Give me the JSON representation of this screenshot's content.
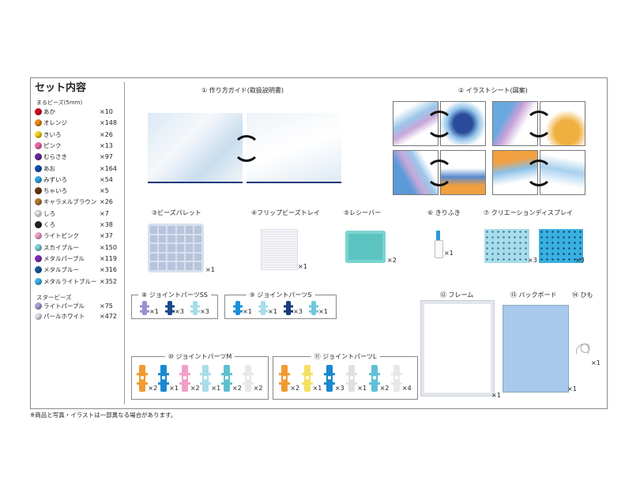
{
  "title": "セット内容",
  "beads": {
    "round_label": "まるビーズ(5mm)",
    "round": [
      {
        "name": "あか",
        "count": "×10",
        "color": "#d0101a"
      },
      {
        "name": "オレンジ",
        "count": "×148",
        "color": "#e88a1a"
      },
      {
        "name": "きいろ",
        "count": "×26",
        "color": "#f2d21a"
      },
      {
        "name": "ピンク",
        "count": "×13",
        "color": "#e86aa8"
      },
      {
        "name": "むらさき",
        "count": "×97",
        "color": "#6a2a9a"
      },
      {
        "name": "あお",
        "count": "×164",
        "color": "#1050a8"
      },
      {
        "name": "みずいろ",
        "count": "×54",
        "color": "#30a8e0"
      },
      {
        "name": "ちゃいろ",
        "count": "×5",
        "color": "#6a3a10"
      },
      {
        "name": "キャラメルブラウン",
        "count": "×26",
        "color": "#b07a30"
      },
      {
        "name": "しろ",
        "count": "×7",
        "color": "#f4f4f4"
      },
      {
        "name": "くろ",
        "count": "×38",
        "color": "#222222"
      },
      {
        "name": "ライトピンク",
        "count": "×37",
        "color": "#f0a0c8"
      },
      {
        "name": "スカイブルー",
        "count": "×150",
        "color": "#80d0d8"
      },
      {
        "name": "メタルパープル",
        "count": "×119",
        "color": "#7a30b0"
      },
      {
        "name": "メタルブルー",
        "count": "×316",
        "color": "#1a5aa0"
      },
      {
        "name": "メタルライトブルー",
        "count": "×352",
        "color": "#40b0e8"
      }
    ],
    "star_label": "スタービーズ",
    "star": [
      {
        "name": "ライトパープル",
        "count": "×75",
        "color": "#a8a0d0"
      },
      {
        "name": "パールホワイト",
        "count": "×472",
        "color": "#e0e0e8"
      }
    ]
  },
  "items": {
    "guide": {
      "label": "① 作り方ガイド(取扱説明書)"
    },
    "sheet": {
      "label": "② イラストシート(図案)"
    },
    "palette": {
      "label": "③ビーズパレット",
      "qty": "×1"
    },
    "tray": {
      "label": "④フリップビーズトレイ",
      "qty": "×1"
    },
    "receiver": {
      "label": "⑤レシーバー",
      "qty": "×2"
    },
    "spray": {
      "label": "⑥ きりふき",
      "qty": "×1"
    },
    "display": {
      "label": "⑦ クリエーションディスプレイ",
      "qty1": "×3",
      "qty2": "×3"
    },
    "frame": {
      "label": "⑫ フレーム",
      "qty": "×1"
    },
    "backboard": {
      "label": "⑬ バックボード",
      "qty": "×1"
    },
    "string": {
      "label": "⑭ ひも",
      "qty": "×1"
    }
  },
  "joints": [
    {
      "label": "⑧ ジョイントパーツSS",
      "parts": [
        {
          "qty": "×1",
          "color": "#9a90d0"
        },
        {
          "qty": "×3",
          "color": "#1a4a8a"
        },
        {
          "qty": "×3",
          "color": "#a8dce8"
        }
      ]
    },
    {
      "label": "⑨ ジョイントパーツS",
      "parts": [
        {
          "qty": "×1",
          "color": "#1a90d8"
        },
        {
          "qty": "×1",
          "color": "#a8dce8"
        },
        {
          "qty": "×3",
          "color": "#1a3a7a"
        },
        {
          "qty": "×1",
          "color": "#70c8d8"
        }
      ]
    },
    {
      "label": "⑩ ジョイントパーツM",
      "parts": [
        {
          "qty": "×2",
          "color": "#f09a30"
        },
        {
          "qty": "×1",
          "color": "#1a88d0"
        },
        {
          "qty": "×2",
          "color": "#f0a0c8"
        },
        {
          "qty": "×1",
          "color": "#a8dce8"
        },
        {
          "qty": "×2",
          "color": "#60c0d0"
        },
        {
          "qty": "×2",
          "color": "#e8e8e8"
        }
      ]
    },
    {
      "label": "⑪ ジョイントパーツL",
      "parts": [
        {
          "qty": "×2",
          "color": "#f09a30"
        },
        {
          "qty": "×1",
          "color": "#f5e060"
        },
        {
          "qty": "×3",
          "color": "#1a88d0"
        },
        {
          "qty": "×1",
          "color": "#e0e0e0"
        },
        {
          "qty": "×2",
          "color": "#60c0d8"
        },
        {
          "qty": "×4",
          "color": "#e8e8e8"
        }
      ]
    }
  ],
  "note": "※商品と写真・イラストは一部異なる場合があります。"
}
